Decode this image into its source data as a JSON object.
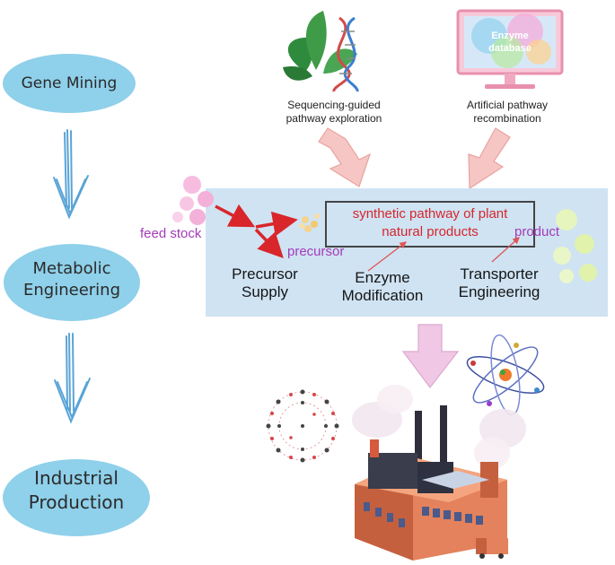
{
  "left_column": {
    "gene_mining": "Gene Mining",
    "metabolic_engineering": [
      "Metabolic",
      "Engineering"
    ],
    "industrial_production": [
      "Industrial",
      "Production"
    ]
  },
  "top": {
    "sequencing_caption": [
      "Sequencing-guided",
      "pathway exploration"
    ],
    "artificial_caption": [
      "Artificial pathway",
      "recombination"
    ],
    "monitor_text": [
      "Enzyme",
      "database"
    ]
  },
  "pathway_box": {
    "feed_stock": "feed stock",
    "precursor": "precursor",
    "synthetic_pathway": [
      "synthetic pathway of plant",
      "natural products"
    ],
    "product": "product",
    "precursor_supply": [
      "Precursor",
      "Supply"
    ],
    "enzyme_modification": [
      "Enzyme",
      "Modification"
    ],
    "transporter_engineering": [
      "Transporter",
      "Engineering"
    ]
  },
  "colors": {
    "oval_fill": "#8fd0ea",
    "panel_fill": "#cfe3f3",
    "down_arrow": "#5aa4d6",
    "pink_arrow": "#f6c6c4",
    "red_arrow": "#d9262b",
    "purple_text": "#a43bb8"
  }
}
